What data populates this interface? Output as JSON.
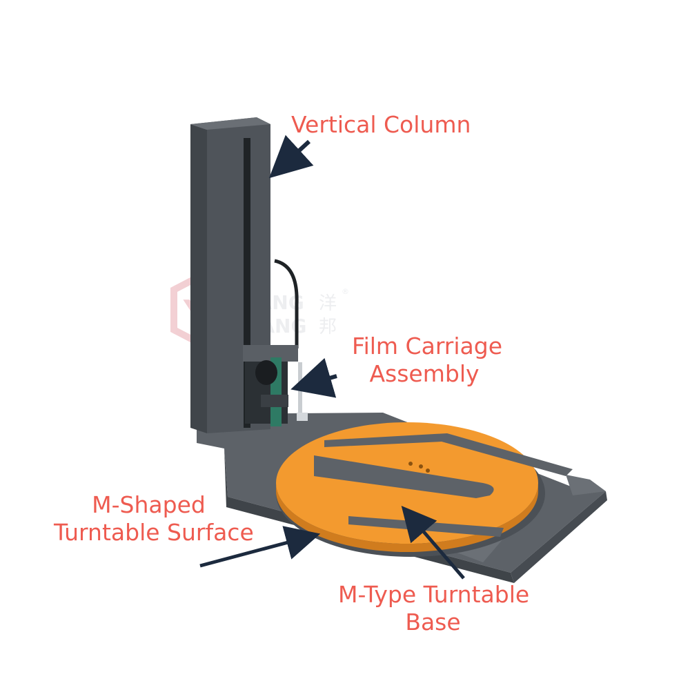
{
  "colors": {
    "label": "#ee5b50",
    "arrow": "#1c2a3e",
    "machine_body": "#60656b",
    "machine_dark": "#3f4449",
    "turntable": "#f39a2f",
    "watermark": "#f1d5d8"
  },
  "labels": {
    "vertical_column": "Vertical Column",
    "film_carriage_line1": "Film Carriage",
    "film_carriage_line2": "Assembly",
    "m_shaped_line1": "M-Shaped",
    "m_shaped_line2": "Turntable Surface",
    "m_type_line1": "M-Type Turntable",
    "m_type_line2": "Base"
  },
  "watermark": {
    "line1": "YANG",
    "line2": "BANG",
    "chinese1": "洋",
    "chinese2": "邦",
    "mark": "®"
  }
}
